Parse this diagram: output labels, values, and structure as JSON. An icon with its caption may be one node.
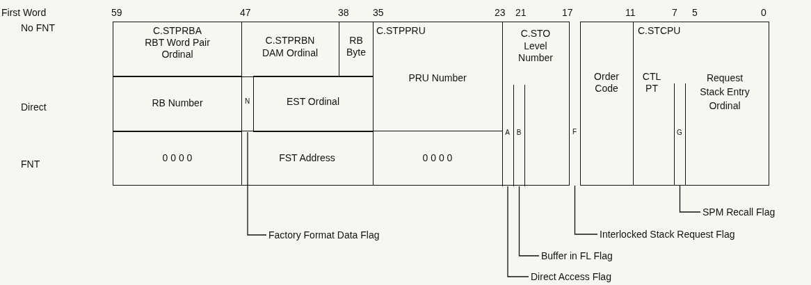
{
  "diagram": {
    "nodes": [
      {
        "text": [
          "C.STPRBA",
          "RBT Word Pair Ordinal"
        ]
      },
      {
        "text": [
          "C.STPRBN",
          "DAM Ordinal"
        ]
      },
      {
        "text": [
          "RB Byte"
        ]
      },
      {
        "text": [
          "C.STPPRU",
          "PRU Number"
        ]
      },
      {
        "text": [
          "C.STO",
          "Level Number"
        ]
      },
      {
        "text": [
          "A"
        ],
        "in": 4
      },
      {
        "text": [
          "B"
        ],
        "in": 4
      },
      {
        "text": [
          "F"
        ]
      },
      {
        "text": [
          "Order Code"
        ]
      },
      {
        "text": [
          "C.STCPU",
          "CTL PT",
          "Request Stack Entry Ordinal"
        ]
      },
      {
        "text": [
          "G"
        ],
        "in": 9
      },
      {
        "text": [
          "RB Number"
        ]
      },
      {
        "text": [
          "N"
        ]
      },
      {
        "text": [
          "EST Ordinal"
        ]
      },
      {
        "text": [
          "0 0 0 0"
        ]
      },
      {
        "text": [
          "FST Address"
        ]
      },
      {
        "text": [
          "0 0 0 0"
        ]
      },
      {
        "text": [
          "SPM Recall Flag"
        ]
      },
      {
        "text": [
          "Factory Format Data Flag"
        ]
      },
      {
        "text": [
          "Interlocked Stack Request Flag"
        ]
      },
      {
        "text": [
          "Buffer in FL Flag"
        ]
      },
      {
        "text": [
          "Direct Access Flag"
        ]
      }
    ],
    "edges": [
      {
        "from": 17,
        "to": 10,
        "arrow": "none"
      },
      {
        "from": 18,
        "to": 12,
        "arrow": "none"
      },
      {
        "from": 19,
        "to": 7,
        "arrow": "none"
      },
      {
        "from": 20,
        "to": 6,
        "arrow": "none"
      },
      {
        "from": 21,
        "to": 5,
        "arrow": "none"
      }
    ],
    "labels": [
      "First Word",
      "59",
      "47",
      "38",
      "35",
      "23",
      "21",
      "17",
      "11",
      "7",
      "5",
      "0",
      "No FNT",
      "Direct",
      "FNT"
    ]
  }
}
